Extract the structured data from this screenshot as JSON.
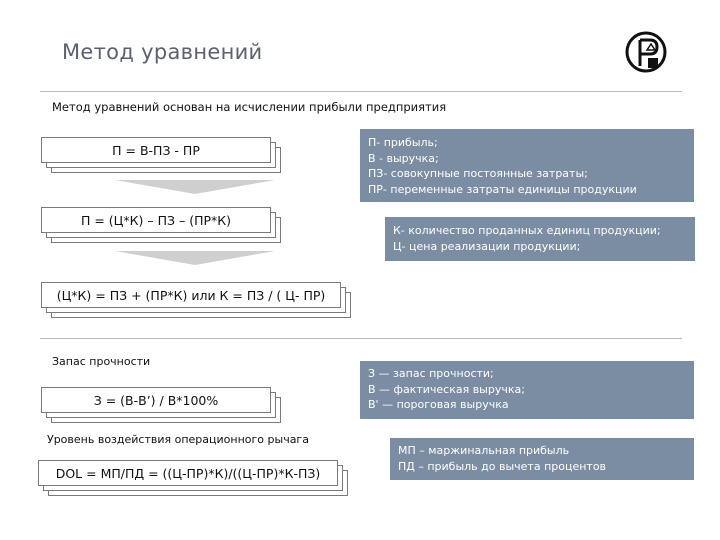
{
  "header": {
    "title": "Метод уравнений",
    "logo_icon": "pe-monogram-logo"
  },
  "intro": "Метод уравнений основан на исчислении прибыли предприятия",
  "formulas": {
    "f1": "П = В-ПЗ - ПР",
    "f2": "П = (Ц*К) – ПЗ – (ПР*К)",
    "f3": "(Ц*К) = ПЗ + (ПР*К) или К = ПЗ / ( Ц- ПР)",
    "f4": "З = (В-В’) / В*100%",
    "f5": "DOL = МП/ПД = ((Ц-ПР)*К)/((Ц-ПР)*К-ПЗ)"
  },
  "labels": {
    "safety": "Запас прочности",
    "leverage": "Уровень воздействия операционного рычага"
  },
  "legend_boxes": [
    {
      "lines": [
        "П- прибыль;",
        "В - выручка;",
        "ПЗ- совокупные постоянные затраты;",
        "ПР- переменные затраты единицы продукции"
      ]
    },
    {
      "lines": [
        "К- количество проданных единиц продукции;",
        "Ц- цена реализации продукции;"
      ]
    },
    {
      "lines": [
        "З — запас прочности;",
        "В — фактическая выручка;",
        "В' — пороговая выручка"
      ]
    },
    {
      "lines": [
        "МП – маржинальная прибыль",
        "ПД – прибыль до вычета процентов"
      ]
    }
  ],
  "colors": {
    "info_box": "#7a8da3",
    "title": "#5a6170",
    "chevron": "#cfcfcf"
  }
}
